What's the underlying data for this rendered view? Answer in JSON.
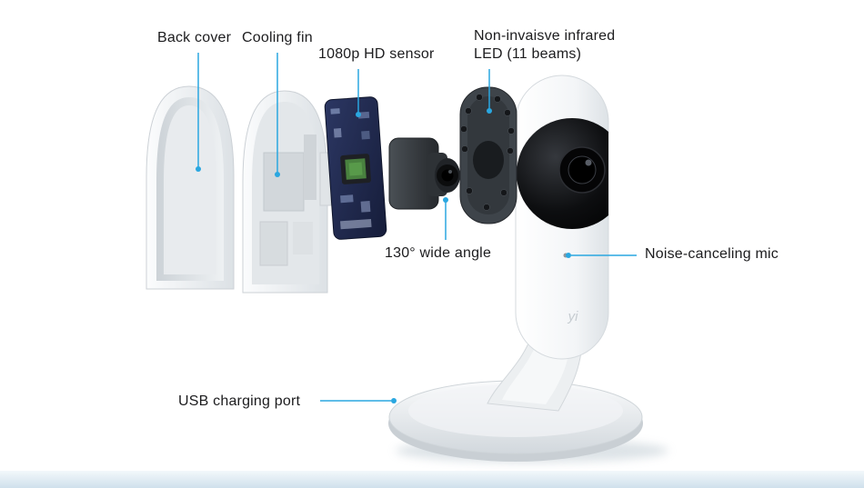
{
  "page": {
    "background_color": "#ffffff",
    "footer_band_color": "#cfe0ec"
  },
  "diagram": {
    "product": "home camera exploded view",
    "accent_color": "#2aa7e0",
    "label_text_color": "#1c1c1e",
    "brand_logo": "yi",
    "labels": {
      "back_cover": "Back cover",
      "cooling_fin": "Cooling fin",
      "hd_sensor": "1080p HD sensor",
      "ir_led_line1": "Non-invaisve infrared",
      "ir_led_line2": "LED (11 beams)",
      "wide_angle": "130° wide angle",
      "mic": "Noise-canceling mic",
      "usb_port": "USB charging port"
    }
  }
}
